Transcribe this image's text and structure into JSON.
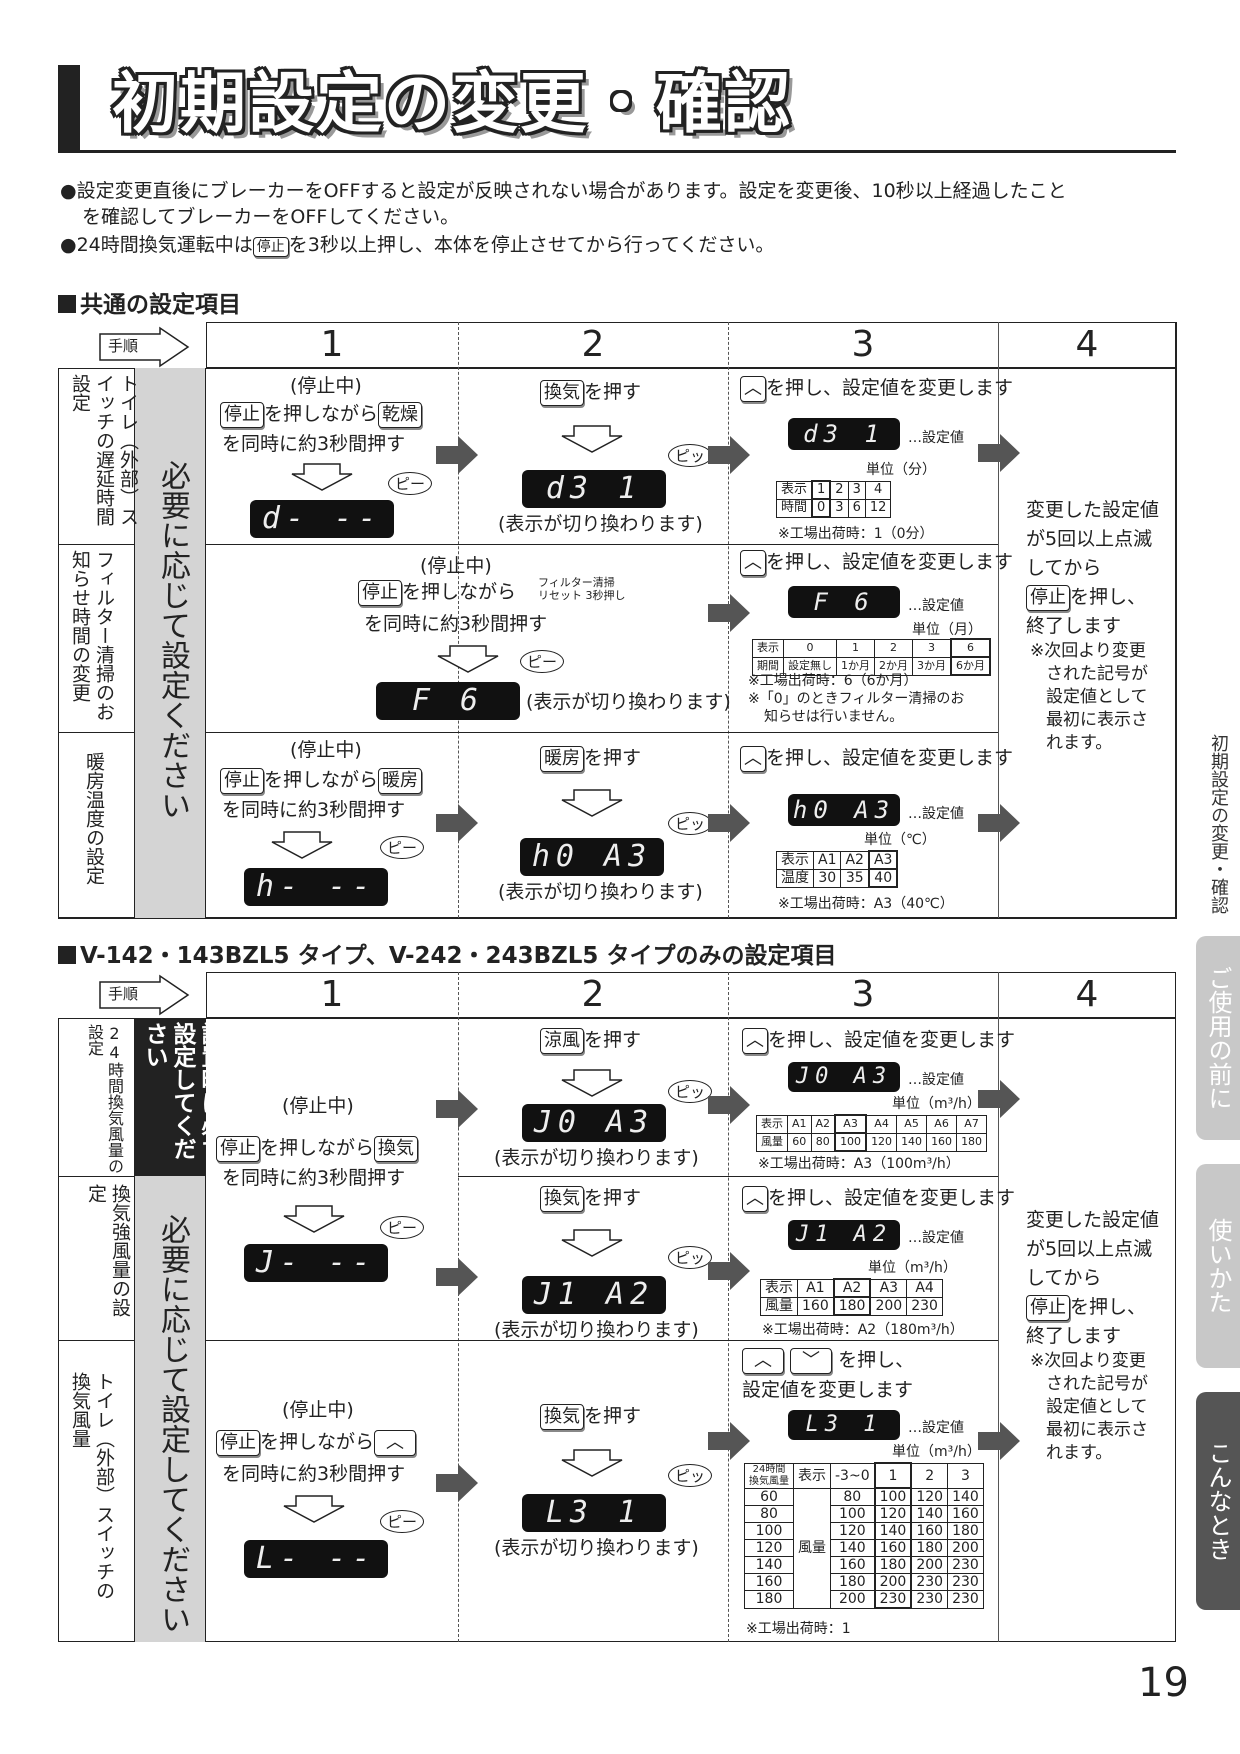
{
  "title": "初期設定の変更・確認",
  "notes": [
    "●設定変更直後にブレーカーをOFFすると設定が反映されない場合があります。設定を変更後、10秒以上経過したこと",
    "を確認してブレーカーをOFFしてください。",
    "●24時間換気運転中は",
    "停止",
    "を3秒以上押し、本体を停止させてから行ってください。"
  ],
  "section1": {
    "title": "共通の設定項目",
    "steps_label": "手順",
    "steps": [
      "1",
      "2",
      "3",
      "4"
    ],
    "side_label": "必要に応じて設定ください",
    "rows": [
      {
        "name": "トイレ（外部）スイッチの遅延時間設定",
        "s1_a": "(停止中)",
        "s1_b": "停止",
        "s1_c": "を押しながら",
        "s1_d": "乾燥",
        "s1_e": "を同時に約3秒間押す",
        "pi": "ピー",
        "lcd1": "d- --",
        "s2_key": "換気",
        "s2_t": "を押す",
        "pi2": "ピッ",
        "lcd2": "d3  1",
        "s2_note": "(表示が切り換わります)",
        "s3_key": "︿",
        "s3_t": "を押し、設定値を変更します",
        "lcd3": "d3  1",
        "setval": "…設定値",
        "unit": "単位（分）",
        "table": [
          [
            "表示",
            "1",
            "2",
            "3",
            "4"
          ],
          [
            "時間",
            "0",
            "3",
            "6",
            "12"
          ]
        ],
        "factory": "※工場出荷時：1（0分）"
      },
      {
        "name": "フィルター清掃のお知らせ時間の変更",
        "s1_a": "(停止中)",
        "s1_b": "停止",
        "s1_c": "を押しながら",
        "s1_d1": "フィルター清掃",
        "s1_d2": "リセット 3秒押し",
        "s1_e": "を同時に約3秒間押す",
        "pi": "ピー",
        "lcd1": "F  6",
        "s2_note": "(表示が切り換わります)",
        "s3_key": "︿",
        "s3_t": "を押し、設定値を変更します",
        "lcd3": "F  6",
        "setval": "…設定値",
        "unit": "単位（月）",
        "table": [
          [
            "表示",
            "0",
            "1",
            "2",
            "3",
            "6"
          ],
          [
            "期間",
            "設定無し",
            "1か月",
            "2か月",
            "3か月",
            "6か月"
          ]
        ],
        "factory": "※工場出荷時：6（6か月）",
        "extra1": "※「0」のときフィルター清掃のお",
        "extra2": "知らせは行いません。"
      },
      {
        "name": "暖房温度の設定",
        "s1_a": "(停止中)",
        "s1_b": "停止",
        "s1_c": "を押しながら",
        "s1_d": "暖房",
        "s1_e": "を同時に約3秒間押す",
        "pi": "ピー",
        "lcd1": "h- --",
        "s2_key": "暖房",
        "s2_t": "を押す",
        "pi2": "ピッ",
        "lcd2": "h0 A3",
        "s2_note": "(表示が切り換わります)",
        "s3_key": "︿",
        "s3_t": "を押し、設定値を変更します",
        "lcd3": "h0 A3",
        "setval": "…設定値",
        "unit": "単位（℃）",
        "table": [
          [
            "表示",
            "A1",
            "A2",
            "A3"
          ],
          [
            "温度",
            "30",
            "35",
            "40"
          ]
        ],
        "factory": "※工場出荷時：A3（40℃）"
      }
    ],
    "s4": {
      "l1": "変更した設定値",
      "l2": "が5回以上点滅",
      "l3": "してから",
      "key": "停止",
      "l4": "を押し、",
      "l5": "終了します",
      "n1": "※次回より変更",
      "n2": "された記号が",
      "n3": "設定値として",
      "n4": "最初に表示さ",
      "n5": "れます。"
    }
  },
  "section2": {
    "title": "V-142・143BZL5 タイプ、V-242・243BZL5 タイプのみの設定項目",
    "steps_label": "手順",
    "steps": [
      "1",
      "2",
      "3",
      "4"
    ],
    "side_label_top": "設置時に必ず設定してください",
    "side_label": "必要に応じて設定してください",
    "s1_common": {
      "a": "(停止中)",
      "b": "停止",
      "c": "を押しながら",
      "d": "換気",
      "e": "を同時に約3秒間押す",
      "pi": "ピー",
      "lcd": "J- --"
    },
    "rows": [
      {
        "name": "24時間換気風量の設定",
        "s2_key": "涼風",
        "s2_t": "を押す",
        "pi2": "ピッ",
        "lcd2": "J0 A3",
        "s2_note": "(表示が切り換わります)",
        "s3_key": "︿",
        "s3_t": "を押し、設定値を変更します",
        "lcd3": "J0 A3",
        "setval": "…設定値",
        "unit": "単位（m³/h）",
        "table": [
          [
            "表示",
            "A1",
            "A2",
            "A3",
            "A4",
            "A5",
            "A6",
            "A7"
          ],
          [
            "風量",
            "60",
            "80",
            "100",
            "120",
            "140",
            "160",
            "180"
          ]
        ],
        "factory": "※工場出荷時：A3（100m³/h）"
      },
      {
        "name": "換気強風量の設定",
        "s2_key": "換気",
        "s2_t": "を押す",
        "pi2": "ピッ",
        "lcd2": "J1 A2",
        "s2_note": "(表示が切り換わります)",
        "s3_key": "︿",
        "s3_t": "を押し、設定値を変更します",
        "lcd3": "J1 A2",
        "setval": "…設定値",
        "unit": "単位（m³/h）",
        "table": [
          [
            "表示",
            "A1",
            "A2",
            "A3",
            "A4"
          ],
          [
            "風量",
            "160",
            "180",
            "200",
            "230"
          ]
        ],
        "factory": "※工場出荷時：A2（180m³/h）"
      },
      {
        "name": "トイレ（外部）スイッチの換気風量",
        "s1_a": "(停止中)",
        "s1_b": "停止",
        "s1_c": "を押しながら",
        "s1_d": "︿",
        "s1_e": "を同時に約3秒間押す",
        "pi": "ピー",
        "lcd1": "L- --",
        "s2_key": "換気",
        "s2_t": "を押す",
        "pi2": "ピッ",
        "lcd2": "L3  1",
        "s2_note": "(表示が切り換わります)",
        "s3_key1": "︿",
        "s3_key2": "﹀",
        "s3_t1": "を押し、",
        "s3_t2": "設定値を変更します",
        "lcd3": "L3  1",
        "setval": "…設定値",
        "unit": "単位（m³/h）",
        "t_h1": "24時間",
        "t_h2": "換気風量",
        "t_head": [
          "表示",
          "-3~0",
          "1",
          "2",
          "3"
        ],
        "t_mid": "風量",
        "t_rows": [
          [
            "60",
            "80",
            "100",
            "120",
            "140"
          ],
          [
            "80",
            "100",
            "120",
            "140",
            "160"
          ],
          [
            "100",
            "120",
            "140",
            "160",
            "180"
          ],
          [
            "120",
            "140",
            "160",
            "180",
            "200"
          ],
          [
            "140",
            "160",
            "180",
            "200",
            "230"
          ],
          [
            "160",
            "180",
            "200",
            "230",
            "230"
          ],
          [
            "180",
            "200",
            "230",
            "230",
            "230"
          ]
        ],
        "factory": "※工場出荷時：1"
      }
    ],
    "s4": {
      "l1": "変更した設定値",
      "l2": "が5回以上点滅",
      "l3": "してから",
      "key": "停止",
      "l4": "を押し、",
      "l5": "終了します",
      "n1": "※次回より変更",
      "n2": "された記号が",
      "n3": "設定値として",
      "n4": "最初に表示さ",
      "n5": "れます。"
    }
  },
  "sidebar": {
    "current": "初期設定の変更・確認",
    "tabs": [
      "ご使用の前に",
      "使いかた",
      "こんなとき"
    ],
    "tab_colors": [
      "#c8c8c8",
      "#c8c8c8",
      "#555555"
    ]
  },
  "page_number": "19"
}
